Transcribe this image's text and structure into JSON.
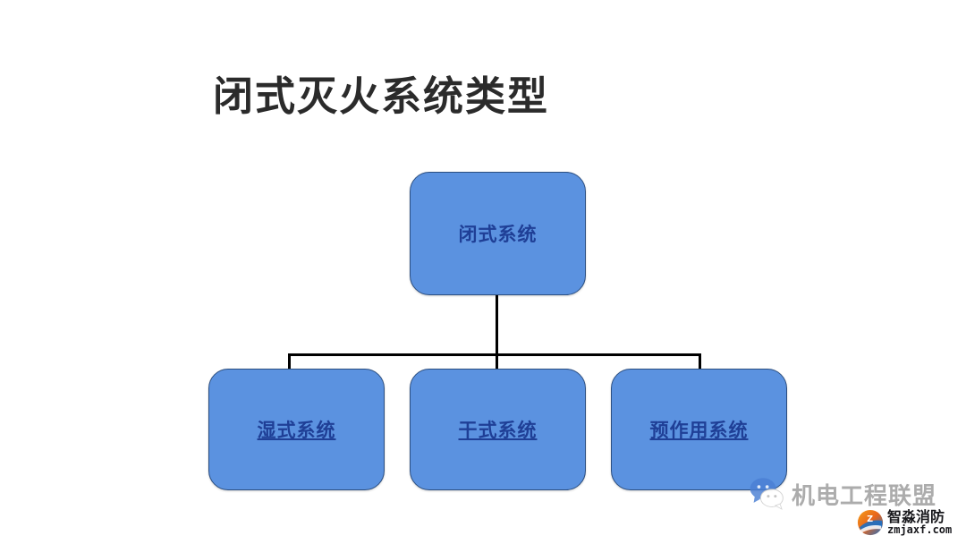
{
  "slide": {
    "title": "闭式灭火系统类型",
    "background_color": "#ffffff",
    "title_color": "#2b2b2b"
  },
  "chart_data": {
    "type": "diagram",
    "diagram_type": "org-chart",
    "title": "闭式灭火系统类型",
    "node_fill_color": "#5b92e0",
    "node_border_color": "#2b4e80",
    "node_text_color": "#1f3f96",
    "connector_color": "#000000",
    "root": {
      "label": "闭式系统",
      "underlined": false
    },
    "children": [
      {
        "label": "湿式系统",
        "underlined": true
      },
      {
        "label": "干式系统",
        "underlined": true
      },
      {
        "label": "预作用系统",
        "underlined": true
      }
    ]
  },
  "watermarks": {
    "wechat": {
      "icon": "wechat-icon",
      "text": "机电工程联盟",
      "color": "#9a9a9a"
    },
    "zmjaxf": {
      "icon": "zmjaxf-logo-icon",
      "name": "智淼消防",
      "url": "zmjaxf.com",
      "color": "#17171b"
    }
  }
}
